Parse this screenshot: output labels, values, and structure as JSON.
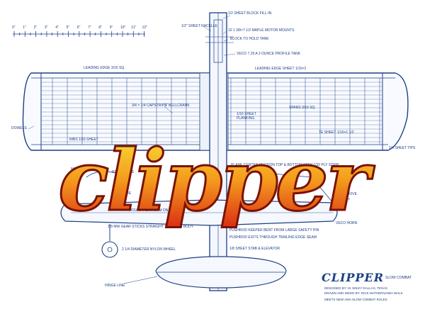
{
  "plan": {
    "scale_numbers": [
      "0\"",
      "1\"",
      "2\"",
      "3\"",
      "4\"",
      "5\"",
      "6\"",
      "7\"",
      "8\"",
      "9\"",
      "10\"",
      "11\"",
      "12\""
    ],
    "labels": {
      "half_sheet_block": "1/2 SHEET BLOCK FILL-IN",
      "half_sheet_nacelle": "1/2\" SHEET NACELLE",
      "maple_mounts": "10 1 3/8×7 1/2 MAPLE MOTOR MOUNTS",
      "block_tank": "BLOCK TO HOLD TANK",
      "veco_tank": "VECO 7.29 A 3 OUNCE PROFILE TANK",
      "leading_edge_left": "LEADING EDGE 3/16 SQ.",
      "leading_edge_right": "LEADING EDGE SHEET 1/16×2",
      "capstrips": "3/4 × 1/4 CAPSTRIPS",
      "bellcrank": "3\" BELLCRANK",
      "planking": "1/16 SHEET PLANKING",
      "spars": "SPARS 3/16 SQ.",
      "te_sheet": "TE SHEET 1/16×1 1/2",
      "dowels": "DOWELS",
      "ribs": "RIBS 1/16 SHEET",
      "sheet_tips": "1/4 SHEET TIPS",
      "plank_center": "PLANK CENTER SECTION TOP & BOTTOM WITH 1/32 PLY STRIP",
      "mount": "MOUNT",
      "rib_out": "RIB OUTLINE",
      "square": "SQUARE",
      "groove": "GROOVE",
      "body": "BODY",
      "mount_platform": "MOUNT PLATFORM ON 3/4\"",
      "veco_horn": "VECO HORN",
      "keeper": "PUSHROD KEEPER BENT FROM LARGE SAFETY PIN",
      "pushrod_exits": "PUSHROD EXITS THROUGH TRAILING EDGE SEAM",
      "gear": "1/8 MW GEAR STICKS STRAIGHT THROUGH BODY",
      "wheel": "2 1/4 DIAMETER NYLON WHEEL",
      "stab": "1/8 SHEET STAB & ELEVATOR",
      "hinge": "HINGE LINE"
    }
  },
  "logo": {
    "text": "clipper"
  },
  "title_block": {
    "title": "CLIPPER",
    "subtitle": "SLOW COMBAT",
    "line1": "DESIGNED BY: M. WILEY DALLAS, TEXAS",
    "line2": "DRAWN AND INKED BY: DICK MATHER/LINDA WALK",
    "line3": "MEETS NEW AMA SLOW COMBAT RULES"
  },
  "colors": {
    "ink": "#1c3f86",
    "paper": "#ffffff",
    "logo_top": "#f7e33a",
    "logo_mid": "#f49a1d",
    "logo_bottom": "#d92914",
    "logo_outline": "#7a1206"
  }
}
